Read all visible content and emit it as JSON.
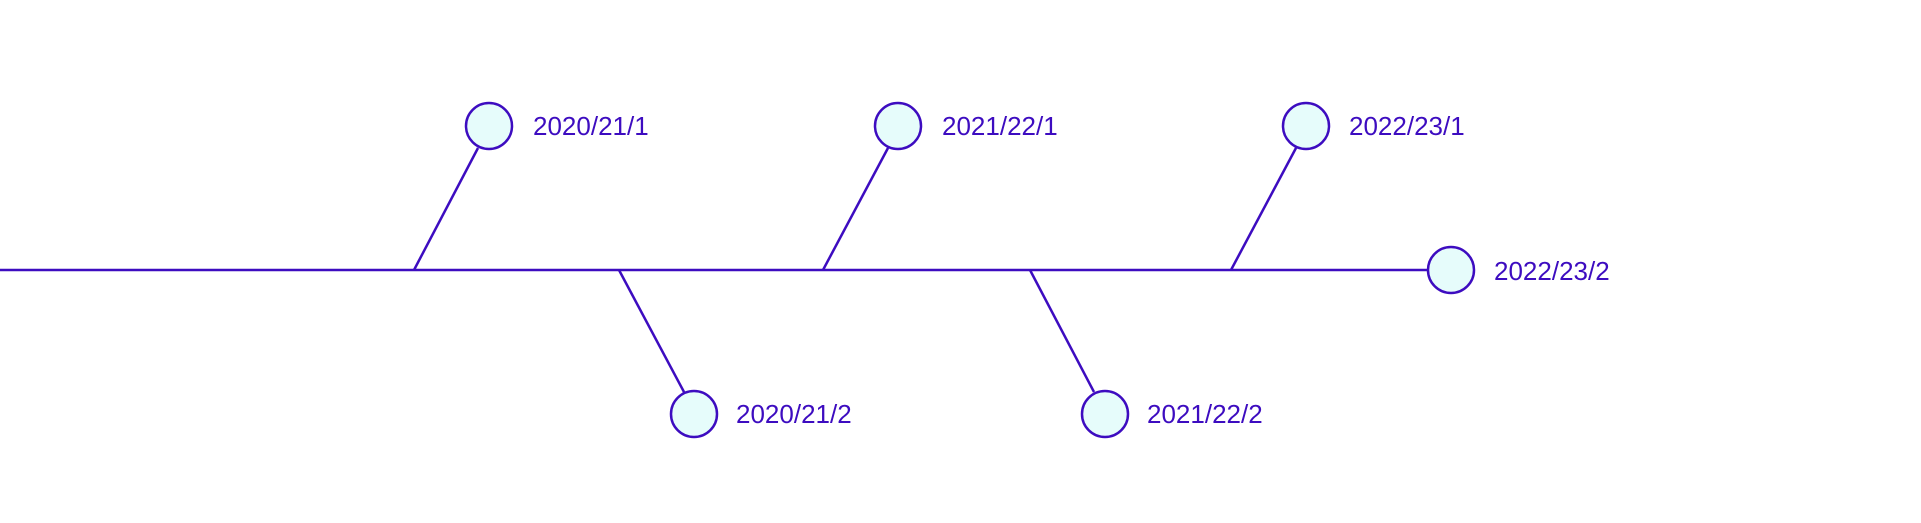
{
  "colors": {
    "line": "#3d0cc0",
    "node_fill": "#e6fcfb",
    "label": "#3d0cc0",
    "background": "#ffffff"
  },
  "timeline": {
    "milestones": [
      {
        "label": "2020/21/1",
        "side": "above"
      },
      {
        "label": "2020/21/2",
        "side": "below"
      },
      {
        "label": "2021/22/1",
        "side": "above"
      },
      {
        "label": "2021/22/2",
        "side": "below"
      },
      {
        "label": "2022/23/1",
        "side": "above"
      },
      {
        "label": "2022/23/2",
        "side": "end"
      }
    ]
  }
}
